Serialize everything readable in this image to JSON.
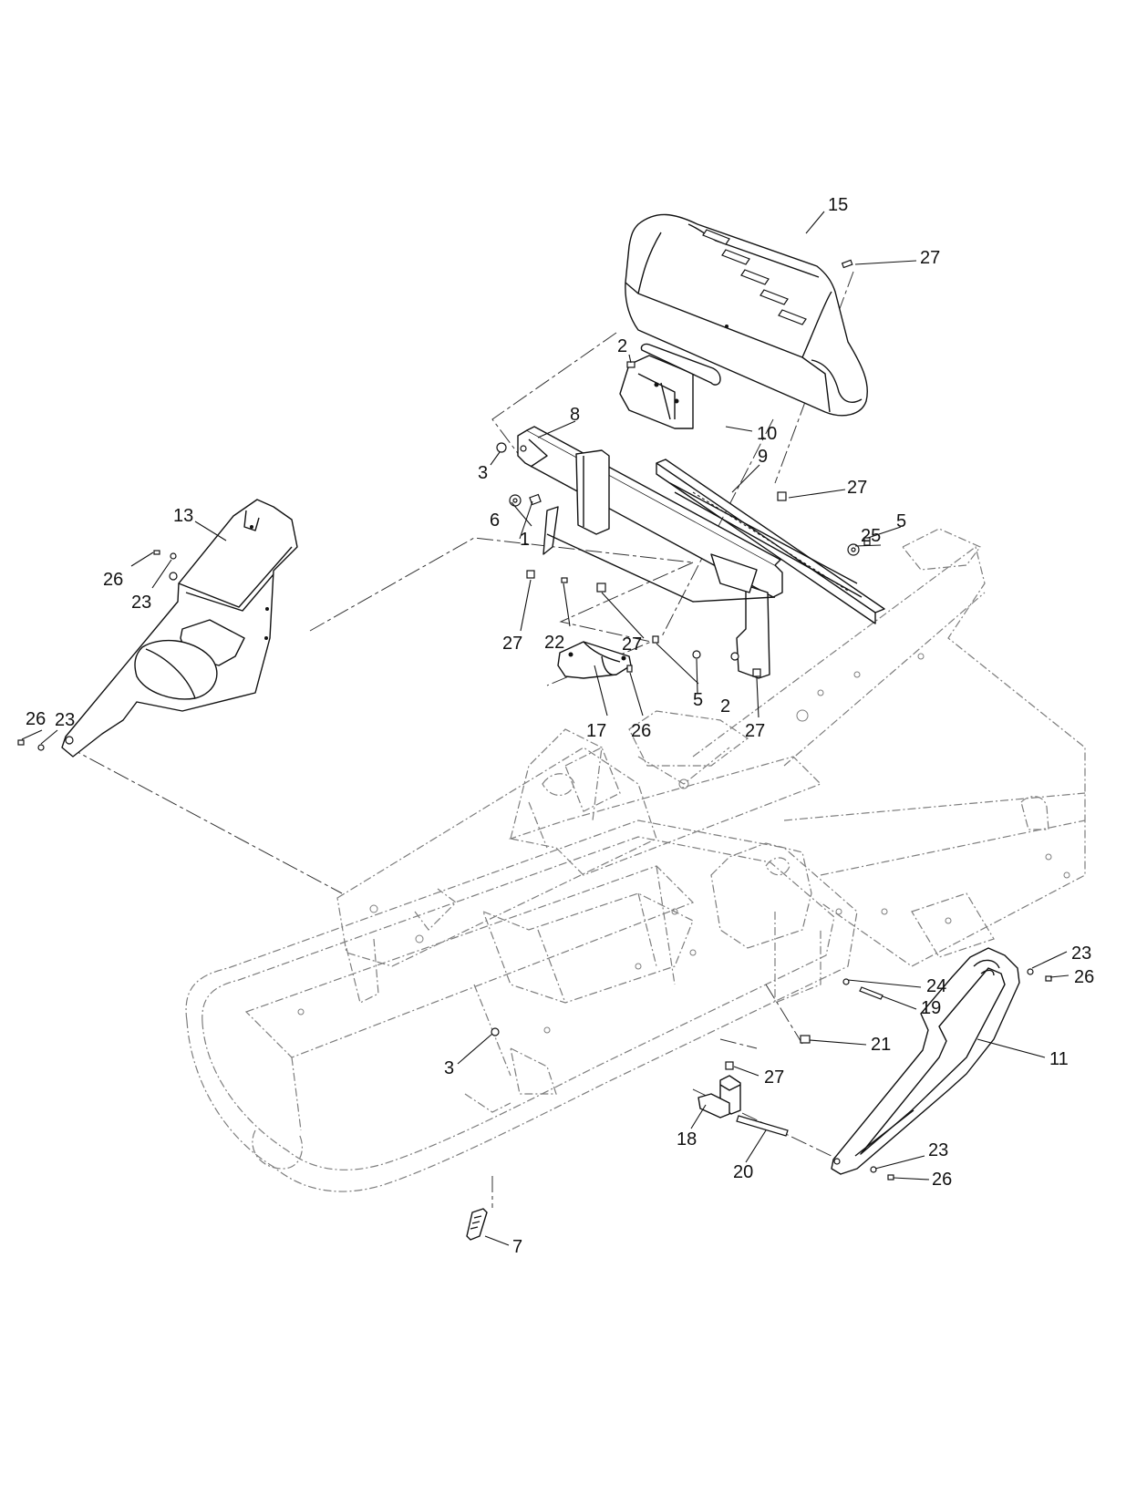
{
  "callouts": [
    {
      "id": "c-15",
      "label": "15"
    },
    {
      "id": "c-27a",
      "label": "27"
    },
    {
      "id": "c-2a",
      "label": "2"
    },
    {
      "id": "c-10",
      "label": "10"
    },
    {
      "id": "c-8",
      "label": "8"
    },
    {
      "id": "c-9",
      "label": "9"
    },
    {
      "id": "c-3a",
      "label": "3"
    },
    {
      "id": "c-27b",
      "label": "27"
    },
    {
      "id": "c-25",
      "label": "25"
    },
    {
      "id": "c-5a",
      "label": "5"
    },
    {
      "id": "c-6",
      "label": "6"
    },
    {
      "id": "c-1",
      "label": "1"
    },
    {
      "id": "c-13",
      "label": "13"
    },
    {
      "id": "c-26a",
      "label": "26"
    },
    {
      "id": "c-23a",
      "label": "23"
    },
    {
      "id": "c-27c",
      "label": "27"
    },
    {
      "id": "c-22",
      "label": "22"
    },
    {
      "id": "c-27d",
      "label": "27"
    },
    {
      "id": "c-5b",
      "label": "5"
    },
    {
      "id": "c-2b",
      "label": "2"
    },
    {
      "id": "c-27e",
      "label": "27"
    },
    {
      "id": "c-17",
      "label": "17"
    },
    {
      "id": "c-26b",
      "label": "26"
    },
    {
      "id": "c-26c",
      "label": "26"
    },
    {
      "id": "c-23b",
      "label": "23"
    },
    {
      "id": "c-23c",
      "label": "23"
    },
    {
      "id": "c-26d",
      "label": "26"
    },
    {
      "id": "c-24",
      "label": "24"
    },
    {
      "id": "c-19",
      "label": "19"
    },
    {
      "id": "c-21",
      "label": "21"
    },
    {
      "id": "c-11",
      "label": "11"
    },
    {
      "id": "c-3b",
      "label": "3"
    },
    {
      "id": "c-27f",
      "label": "27"
    },
    {
      "id": "c-18",
      "label": "18"
    },
    {
      "id": "c-20",
      "label": "20"
    },
    {
      "id": "c-23d",
      "label": "23"
    },
    {
      "id": "c-26e",
      "label": "26"
    },
    {
      "id": "c-7",
      "label": "7"
    }
  ]
}
